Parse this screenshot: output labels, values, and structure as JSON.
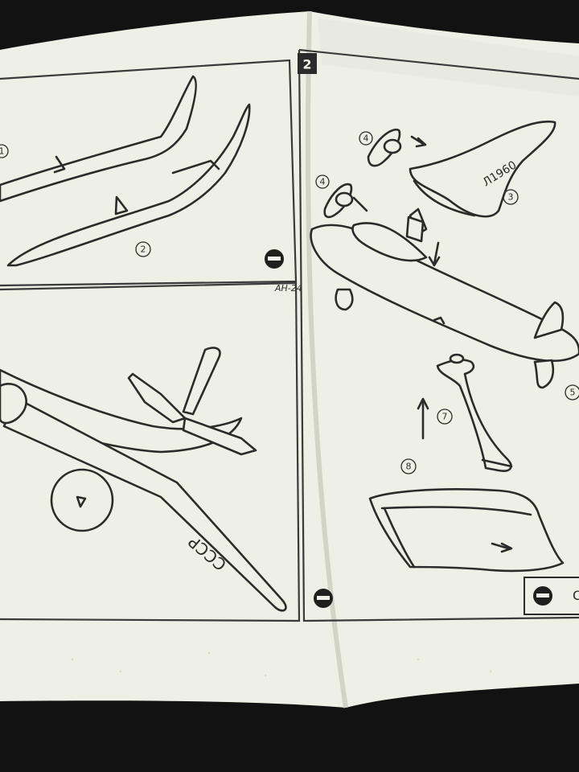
{
  "sheet": {
    "step_number": "2",
    "model_label": "АН-24",
    "tail_marking": "Л1960",
    "wing_marking": "СССР",
    "partial_stop_letter": "С"
  },
  "part_callouts": {
    "top_left_partial": "1",
    "top_left": "2",
    "top_right_fin": "3",
    "propeller_upper": "4",
    "propeller_lower": "4",
    "fuselage": "5",
    "stand": "7",
    "base": "8"
  },
  "colors": {
    "paper": "#eef0e5",
    "ink": "#2b2b2b",
    "background": "#121212"
  },
  "icons": [
    "stop-icon",
    "arrow-icon"
  ]
}
